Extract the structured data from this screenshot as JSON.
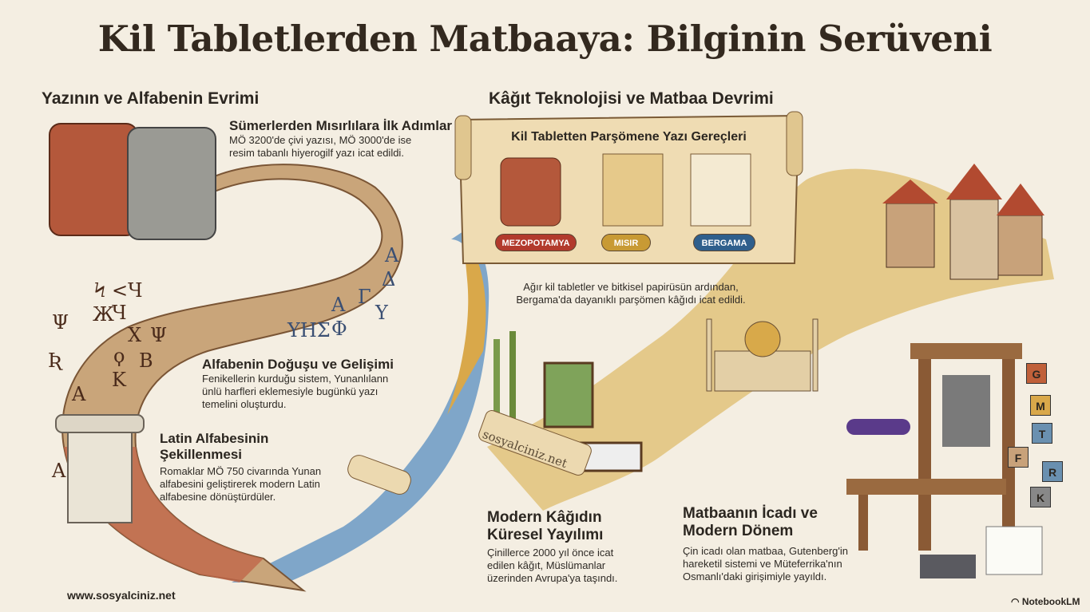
{
  "title": "Kil Tabletlerden Matbaaya: Bilginin Serüveni",
  "left_section": {
    "heading": "Yazının ve Alfabenin Evrimi",
    "items": [
      {
        "title": "Sümerlerden Mısırlılara İlk Adımlar",
        "text_lines": [
          "MÖ 3200'de çivi yazısı, MÖ 3000'de ise",
          "resim tabanlı hiyerogilf yazı icat edildi."
        ]
      },
      {
        "title": "Alfabenin Doğuşu ve Gelişimi",
        "text_lines": [
          "Fenikellerin kurduğu sistem, Yunanlılann",
          "ünlü harfleri eklemesiyle bugünkü yazı",
          "temelini oluşturdu."
        ]
      },
      {
        "title_lines": [
          "Latin Alfabesinin",
          "Şekillenmesi"
        ],
        "text_lines": [
          "Romaklar MÖ 750 civarında Yunan",
          "alfabesini geliştirerek modern Latin",
          "alfabesine dönüştürdüler."
        ]
      }
    ],
    "greek_letters": [
      "ΥΗΣ",
      "Φ",
      "Α",
      "Γ",
      "Υ",
      "Α",
      "Δ"
    ],
    "phoenician_letters": [
      "Ϟ",
      "<",
      "Ч",
      "Ψ",
      "Ж",
      "Ч",
      "Χ",
      "Ψ",
      "ϙ",
      "Ʀ",
      "Κ",
      "Β",
      "Α",
      "Α"
    ]
  },
  "right_section": {
    "heading": "Kâğıt Teknolojisi ve Matbaa Devrimi",
    "scroll": {
      "title": "Kil Tabletten Parşömene Yazı Gereçleri",
      "badges": [
        {
          "label": "MEZOPOTAMYA",
          "color": "#b23a2c"
        },
        {
          "label": "MISIR",
          "color": "#c89a34"
        },
        {
          "label": "BERGAMA",
          "color": "#2f5f8c"
        }
      ]
    },
    "parchment_caption": [
      "Ağır kil tabletler ve bitkisel papirüsün ardından,",
      "Bergama'da dayanıklı parşömen kâğıdı icat edildi."
    ],
    "paper": {
      "title_lines": [
        "Modern Kâğıdın",
        "Küresel Yayılımı"
      ],
      "text_lines": [
        "Çinillerce 2000 yıl önce icat",
        "edilen kâğıt, Müslümanlar",
        "üzerinden Avrupa'ya taşındı."
      ]
    },
    "press": {
      "title_lines": [
        "Matbaanın İcadı ve",
        "Modern Dönem"
      ],
      "text_lines": [
        "Çin icadı olan matbaa, Gutenberg'in",
        "hareketil sistemi ve Müteferrika'nın",
        "Osmanlı'daki girişimiyle yayıldı."
      ]
    },
    "type_blocks": [
      "G",
      "M",
      "T",
      "F",
      "R",
      "K"
    ]
  },
  "watermark": "sosyalciniz.net",
  "footer": {
    "website": "www.sosyalciniz.net",
    "brand": "NotebookLM"
  }
}
